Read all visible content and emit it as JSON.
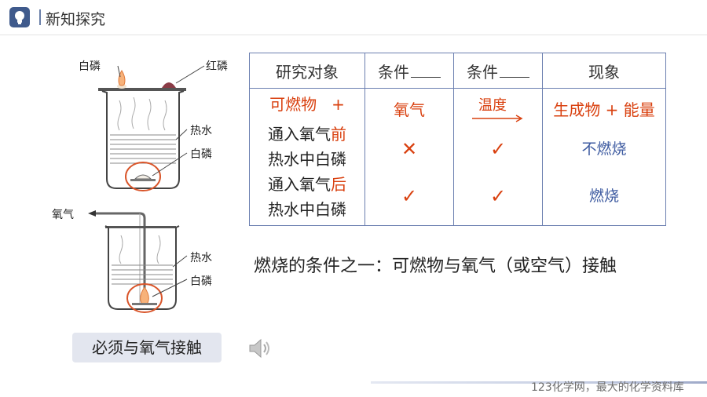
{
  "header": {
    "title": "新知探究",
    "logo_icon": "lightbulb-icon"
  },
  "diagram": {
    "labels": {
      "top_white_p": "白磷",
      "top_red_p": "红磷",
      "top_hot_water": "热水",
      "top_bottom_white_p": "白磷",
      "oxygen": "氧气",
      "bottom_hot_water": "热水",
      "bottom_white_p": "白磷"
    }
  },
  "table": {
    "headers": [
      "研究对象",
      "条件",
      "条件",
      "现象"
    ],
    "row1": {
      "a": "可燃物",
      "plus": "+",
      "b": "氧气",
      "c": "温度",
      "d": "生成物 + 能量"
    },
    "row2": {
      "a1": "通入氧气",
      "a1_suffix": "前",
      "a2": "热水中白磷",
      "b": "✕",
      "c": "✓",
      "d": "不燃烧"
    },
    "row3": {
      "a1": "通入氧气",
      "a1_suffix": "后",
      "a2": "热水中白磷",
      "b": "✓",
      "c": "✓",
      "d": "燃烧"
    }
  },
  "conclusion": "燃烧的条件之一：可燃物与氧气（或空气）接触",
  "must_box": "必须与氧气接触",
  "speaker_icon": "speaker-icon",
  "watermark": "123化学网，最大的化学资料库",
  "colors": {
    "accent": "#3f5a8c",
    "red": "#d9400f",
    "blue": "#3d5aa0",
    "border": "#6b7fb0"
  }
}
